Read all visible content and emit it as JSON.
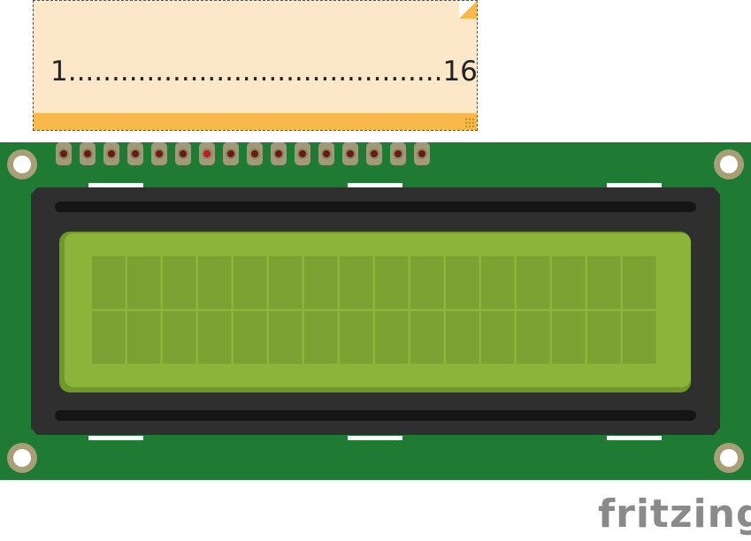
{
  "note": {
    "text": "1...........................................16"
  },
  "lcd": {
    "rows": 2,
    "cols": 16,
    "pins": 16,
    "highlighted_pin": 7
  },
  "colors": {
    "pcb": "#1f7a33",
    "bezel": "#2f2f2f",
    "screen_outer": "#8cb43a",
    "cell": "#7aa233",
    "note_bg": "#fde7c9",
    "note_accent": "#f8b84a",
    "pin": "#a09a78",
    "hole": "#6b1a12",
    "highlight_hole": "#c21d1d"
  },
  "brand": {
    "logo": "fritzing"
  }
}
